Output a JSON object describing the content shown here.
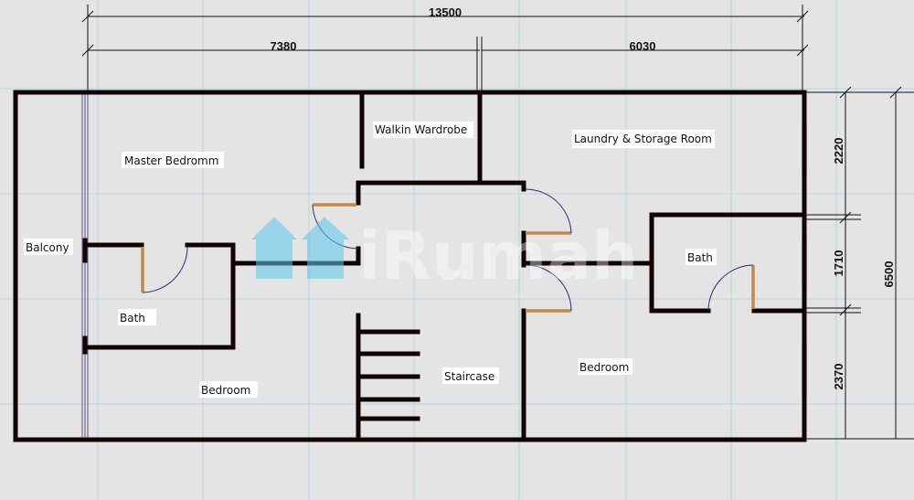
{
  "rooms": {
    "master_bedroom": "Master Bedromm",
    "walkin_wardrobe": "Walkin Wardrobe",
    "laundry": "Laundry & Storage Room",
    "balcony": "Balcony",
    "bath_left": "Bath",
    "bath_right": "Bath",
    "bedroom_left": "Bedroom",
    "bedroom_right": "Bedroom",
    "staircase": "Staircase"
  },
  "dimensions": {
    "total_width": "13500",
    "left_width": "7380",
    "right_width": "6030",
    "right_top": "2220",
    "right_mid": "1710",
    "right_bottom": "2370",
    "total_depth": "6500"
  },
  "watermark": "iRumah",
  "colors": {
    "wall": "#120303",
    "door": "#c08a4a",
    "grid": "#b8d6e0",
    "background": "#e4e4e4"
  }
}
